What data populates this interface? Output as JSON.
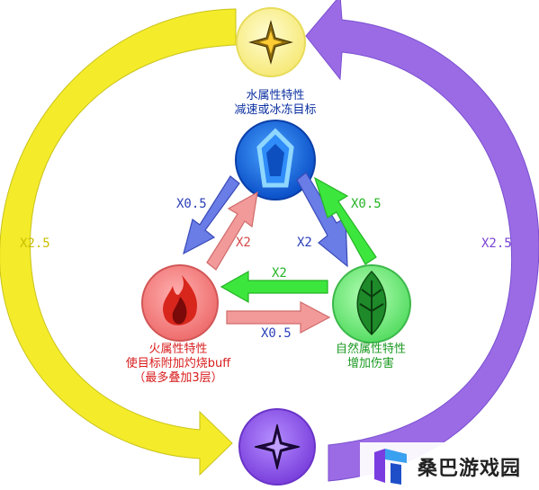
{
  "colors": {
    "yellow_arrow": "#f4ec2a",
    "purple_arrow": "#9b6be6",
    "water": "#1f6fe0",
    "fire": "#f07a7a",
    "nature": "#6ee07a",
    "star_top": "#fff7a6",
    "star_bottom": "#8a4fe0",
    "blue_arrow": "#6a7ce6",
    "red_arrow": "#f29a9a",
    "green_arrow": "#3de63d"
  },
  "water": {
    "line1": "水属性特性",
    "line2": "减速或冰冻目标"
  },
  "fire": {
    "line1": "火属性特性",
    "line2": "使目标附加灼烧buff",
    "line3": "（最多叠加3层）"
  },
  "nature": {
    "line1": "自然属性特性",
    "line2": "增加伤害"
  },
  "multipliers": {
    "water_to_fire": "X0.5",
    "fire_to_water": "X2",
    "water_to_nature": "X2",
    "nature_to_water": "X0.5",
    "nature_to_fire": "X2",
    "fire_to_nature": "X0.5",
    "left_outer": "X2.5",
    "right_outer": "X2.5"
  },
  "icons": {
    "top": "four-point-star-icon",
    "water": "crystal-icon",
    "fire": "flame-icon",
    "nature": "leaf-icon",
    "bottom": "four-point-star-icon"
  },
  "watermark": {
    "text": "桑巴游戏园"
  }
}
